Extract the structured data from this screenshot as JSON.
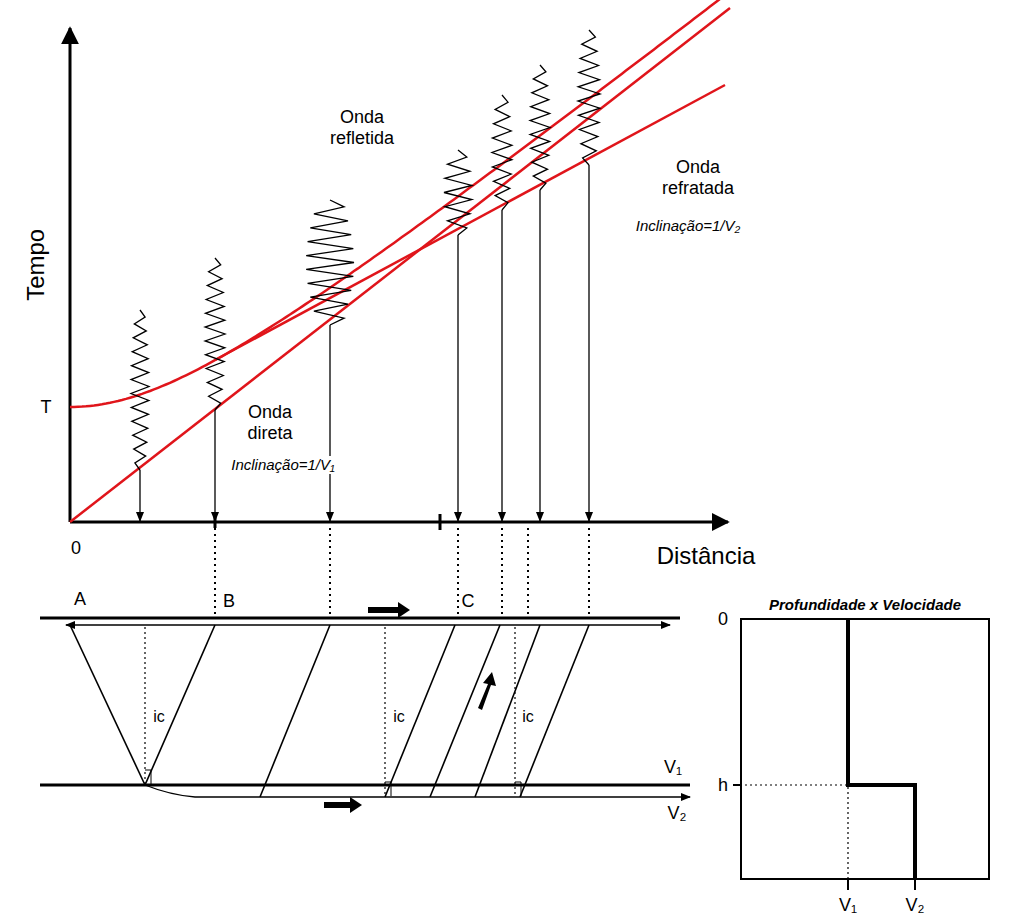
{
  "diagram": {
    "nodes": [
      {
        "text": [
          "Profundidade x Velocidade"
        ]
      }
    ],
    "labels": [
      "Tempo",
      "T",
      "0",
      "Distância",
      "Onda refletida",
      "Onda direta",
      "Inclinação=1/V₁",
      "Onda refratada",
      "Inclinação=1/V₂",
      "A",
      "B",
      "C",
      "ic",
      "ic",
      "ic",
      "V₁",
      "V₂",
      "0",
      "h",
      "V₁",
      "V₂"
    ]
  }
}
